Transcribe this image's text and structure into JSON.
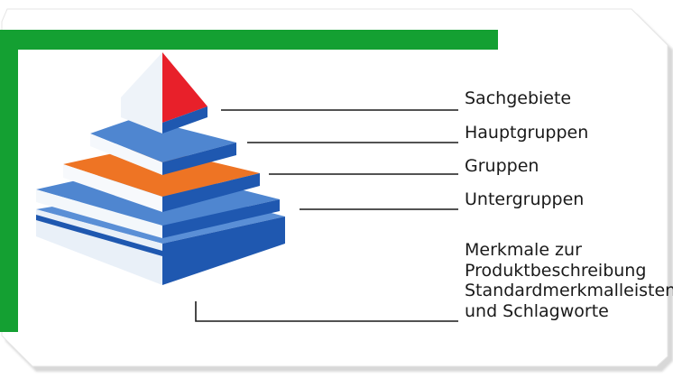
{
  "colors": {
    "frame_green": "#14a032",
    "tier_blue": "#4f86d0",
    "tier_blue_dark": "#1f58b0",
    "tier_orange": "#ee7424",
    "apex_red": "#e8202a",
    "leader_line": "#1a1a1a"
  },
  "levels": [
    {
      "label": "Sachgebiete",
      "color": "red"
    },
    {
      "label": "Hauptgruppen",
      "color": "blue"
    },
    {
      "label": "Gruppen",
      "color": "orange"
    },
    {
      "label": "Untergruppen",
      "color": "blue"
    }
  ],
  "base_level": {
    "lines": [
      "Merkmale zur",
      "Produktbeschreibung",
      "Standardmerkmalleisten",
      "und Schlagworte"
    ],
    "color": "blue"
  }
}
